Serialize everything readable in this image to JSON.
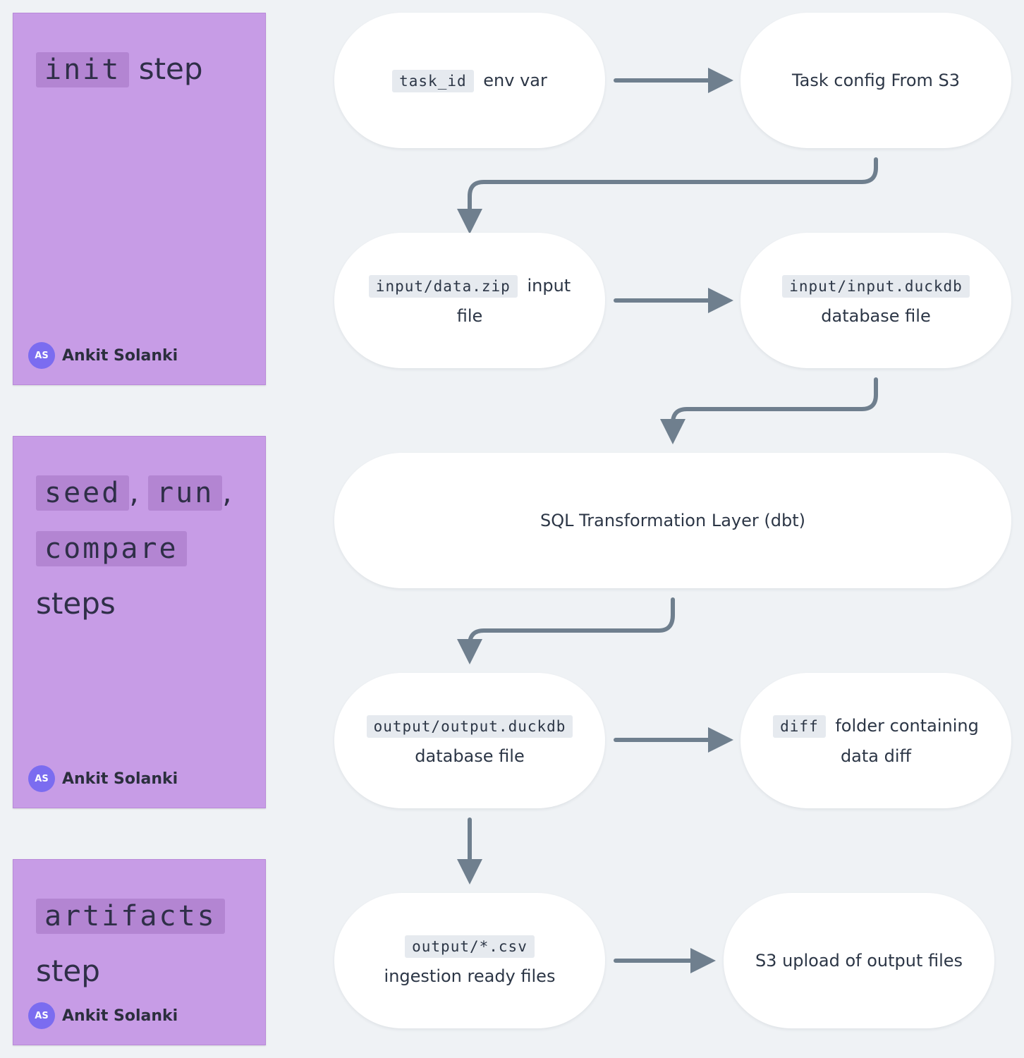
{
  "notes": [
    {
      "code": "init",
      "title_rest": "step",
      "author_initials": "AS",
      "author": "Ankit Solanki"
    },
    {
      "code1": "seed",
      "sep1": ",",
      "code2": "run",
      "sep2": ",",
      "code3": "compare",
      "title_rest": "steps",
      "author_initials": "AS",
      "author": "Ankit Solanki"
    },
    {
      "code": "artifacts",
      "title_rest": "step",
      "author_initials": "AS",
      "author": "Ankit Solanki"
    }
  ],
  "nodes": {
    "task_id": {
      "code": "task_id",
      "text": "env var"
    },
    "task_config": {
      "text": "Task config From S3"
    },
    "data_zip": {
      "code": "input/data.zip",
      "text": "input",
      "text2": "file"
    },
    "input_duckdb": {
      "code": "input/input.duckdb",
      "text": "database file"
    },
    "sql_layer": {
      "text": "SQL Transformation Layer (dbt)"
    },
    "output_duckdb": {
      "code": "output/output.duckdb",
      "text": "database file"
    },
    "diff": {
      "code": "diff",
      "text": "folder containing",
      "text2": "data diff"
    },
    "csv": {
      "code": "output/*.csv",
      "text": "ingestion ready files"
    },
    "s3_upload": {
      "text": "S3 upload of output files"
    }
  },
  "colors": {
    "background": "#eff2f5",
    "note": "#c79ce6",
    "arrow": "#6f7f8e",
    "avatar": "#7b6cf0"
  }
}
